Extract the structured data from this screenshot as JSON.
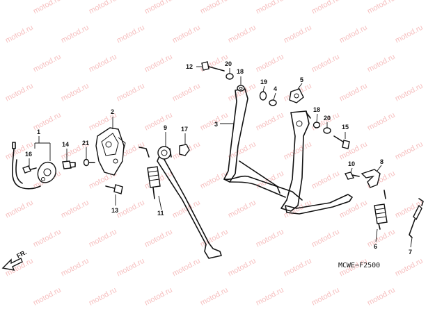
{
  "watermark_text": "motod.ru",
  "diagram_code": "MCWE−F2500",
  "direction_label": "FR.",
  "callouts": {
    "c1": "1",
    "c2": "2",
    "c3": "3",
    "c4": "4",
    "c5": "5",
    "c6": "6",
    "c7": "7",
    "c8": "8",
    "c9": "9",
    "c10": "10",
    "c11": "11",
    "c12": "12",
    "c13": "13",
    "c14": "14",
    "c15": "15",
    "c16": "16",
    "c17": "17",
    "c18a": "18",
    "c18b": "18",
    "c19": "19",
    "c20a": "20",
    "c20b": "20",
    "c21": "21"
  }
}
